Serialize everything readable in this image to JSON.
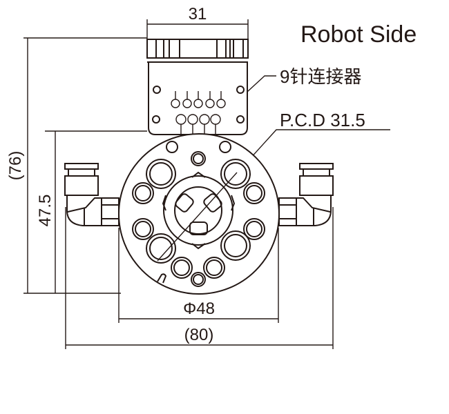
{
  "title": "Robot Side",
  "labels": {
    "connector": "9针连接器",
    "pcd": "P.C.D 31.5"
  },
  "dimensions": {
    "top_width": "31",
    "overall_height": "(76)",
    "flange_height": "47.5",
    "diameter": "Φ48",
    "overall_width": "(80)"
  },
  "colors": {
    "line": "#231815",
    "background": "#ffffff"
  }
}
